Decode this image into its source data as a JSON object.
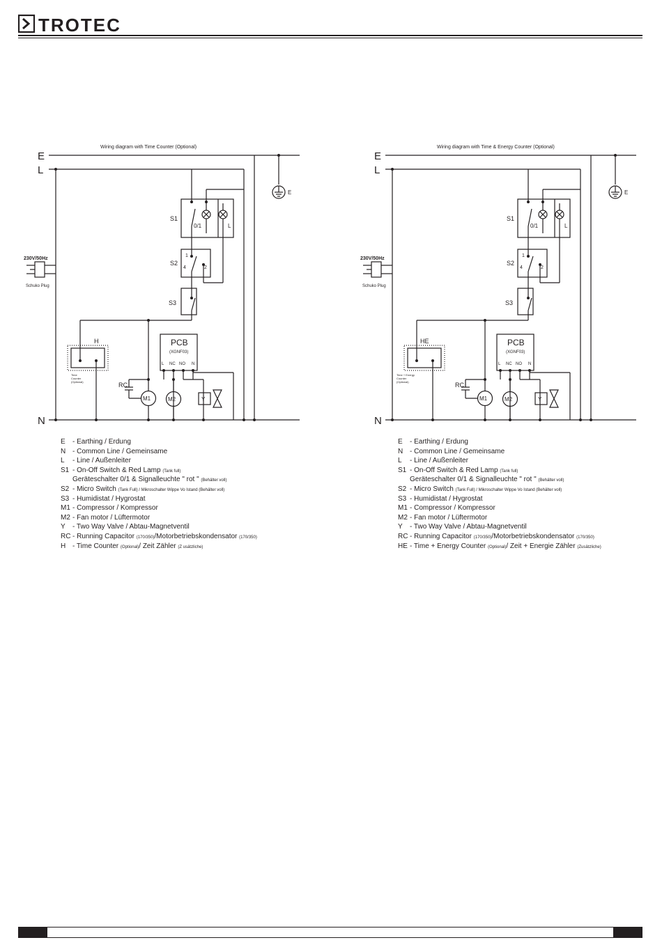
{
  "brand": {
    "logo_text": "TROTEC"
  },
  "diagrams": [
    {
      "title": "Wiring diagram with Time Counter (Optional)",
      "rail_e": "E",
      "rail_l": "L",
      "rail_n": "N",
      "supply": "230V/50Hz",
      "plug": "Schuko Plug",
      "earth_label": "E",
      "s1": "S1",
      "s1_sw": "0/1",
      "s1_lamp": "L",
      "s2": "S2",
      "s2_t1": "1",
      "s2_t4": "4",
      "s2_t2": "2",
      "s3": "S3",
      "counter_label": "H",
      "counter_note_1": "Time",
      "counter_note_2": "Counter",
      "counter_note_3": "(Optional)",
      "pcb": "PCB",
      "pcb_model": "(XGNF03)",
      "pcb_l": "L",
      "pcb_nc": "NC",
      "pcb_no": "NO",
      "pcb_n": "N",
      "rc": "RC",
      "m1": "M1",
      "m2": "M2",
      "y": "Y"
    },
    {
      "title": "Wiring diagram with Time & Energy Counter (Optional)",
      "rail_e": "E",
      "rail_l": "L",
      "rail_n": "N",
      "supply": "230V/50Hz",
      "plug": "Schuko Plug",
      "earth_label": "E",
      "s1": "S1",
      "s1_sw": "0/1",
      "s1_lamp": "L",
      "s2": "S2",
      "s2_t1": "1",
      "s2_t4": "4",
      "s2_t2": "2",
      "s3": "S3",
      "counter_label": "HE",
      "counter_note_1": "Time + Energy",
      "counter_note_2": "Counter",
      "counter_note_3": "(Optional)",
      "pcb": "PCB",
      "pcb_model": "(XGNF03)",
      "pcb_l": "L",
      "pcb_nc": "NC",
      "pcb_no": "NO",
      "pcb_n": "N",
      "rc": "RC",
      "m1": "M1",
      "m2": "M2",
      "y": "Y"
    }
  ],
  "legends": [
    {
      "rows": [
        {
          "code": "E",
          "text": "- Earthing / Erdung"
        },
        {
          "code": "N",
          "text": "- Common Line / Gemeinsame"
        },
        {
          "code": "L",
          "text": "- Line / Außenleiter"
        },
        {
          "code": "S1",
          "text": "- On-Off Switch & Red Lamp",
          "note": "(Tank full)"
        },
        {
          "code": "",
          "text": "Geräteschalter 0/1 & Signalleuchte \" rot \"",
          "note": "(Behälter voll)"
        },
        {
          "code": "S2",
          "text": "- Micro Switch",
          "note": "(Tank Full) / Mikroschalter Wippe Vo Istand (Behälter voll)"
        },
        {
          "code": "S3",
          "text": "- Humidistat / Hygrostat"
        },
        {
          "code": "M1",
          "text": "- Compressor / Kompressor"
        },
        {
          "code": "M2",
          "text": "- Fan motor / Lüftermotor"
        },
        {
          "code": "Y",
          "text": "- Two Way Valve / Abtau-Magnetventil"
        },
        {
          "code": "RC",
          "text": "- Running Capacitor",
          "note": "(170/350)",
          "text2": "/Motorbetriebskondensator",
          "note2": "(170/350)"
        },
        {
          "code": "H",
          "text": "- Time Counter",
          "note": "(Optional)",
          "text2": "/  Zeit Zähler",
          "note2": "(Z  usätzliche)"
        }
      ]
    },
    {
      "rows": [
        {
          "code": "E",
          "text": "- Earthing / Erdung"
        },
        {
          "code": "N",
          "text": "- Common Line / Gemeinsame"
        },
        {
          "code": "L",
          "text": "- Line / Außenleiter"
        },
        {
          "code": "S1",
          "text": "- On-Off Switch & Red Lamp",
          "note": "(Tank full)"
        },
        {
          "code": "",
          "text": "Geräteschalter 0/1 & Signalleuchte \" rot \"",
          "note": "(Behälter voll)"
        },
        {
          "code": "S2",
          "text": "- Micro Switch",
          "note": "(Tank Full) / Mikroschalter Wippe Vo Istand (Behälter voll)"
        },
        {
          "code": "S3",
          "text": "- Humidistat / Hygrostat"
        },
        {
          "code": "M1",
          "text": "- Compressor / Kompressor"
        },
        {
          "code": "M2",
          "text": "- Fan motor / Lüftermotor"
        },
        {
          "code": "Y",
          "text": "- Two Way Valve / Abtau-Magnetventil"
        },
        {
          "code": "RC",
          "text": "- Running Capacitor",
          "note": "(170/350)",
          "text2": "/Motorbetriebskondensator",
          "note2": "(170/350)"
        },
        {
          "code": "HE",
          "text": "- Time + Energy Counter",
          "note": "(Optional)",
          "text2": "/  Zeit + Energie Zähler",
          "note2": "(Zusätzliche)"
        }
      ]
    }
  ]
}
